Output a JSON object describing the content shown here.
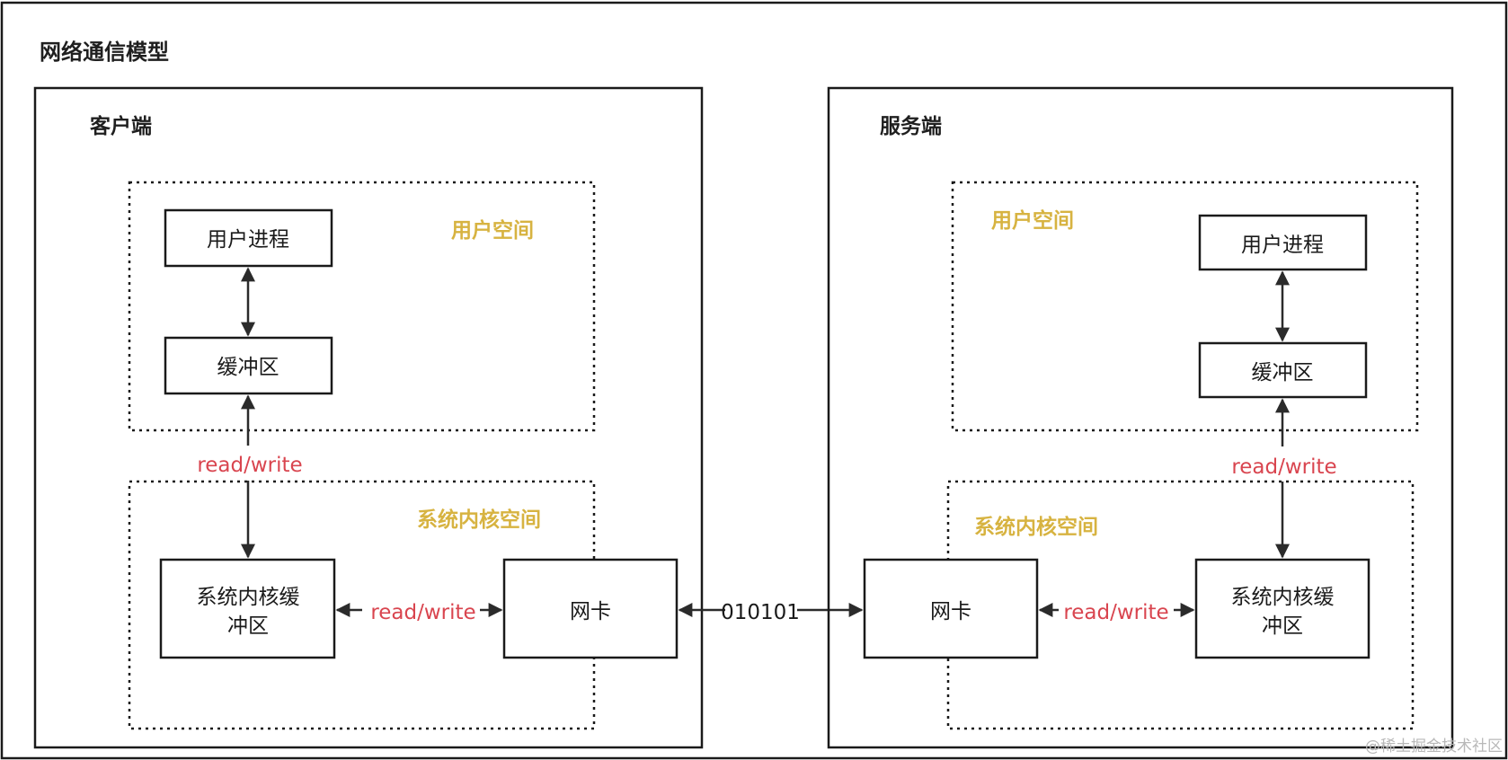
{
  "title": "网络通信模型",
  "colors": {
    "zone_label": "#d7b341",
    "edge_label": "#d9454f",
    "line": "#2b2b2b",
    "watermark": "#b8b8b8"
  },
  "client": {
    "label": "客户端",
    "user_space": "用户空间",
    "kernel_space": "系统内核空间",
    "user_process": "用户进程",
    "buffer": "缓冲区",
    "kernel_buffer_line1": "系统内核缓",
    "kernel_buffer_line2": "冲区",
    "nic": "网卡",
    "rw_vertical": "read/write",
    "rw_horizontal": "read/write"
  },
  "server": {
    "label": "服务端",
    "user_space": "用户空间",
    "kernel_space": "系统内核空间",
    "user_process": "用户进程",
    "buffer": "缓冲区",
    "kernel_buffer_line1": "系统内核缓",
    "kernel_buffer_line2": "冲区",
    "nic": "网卡",
    "rw_vertical": "read/write",
    "rw_horizontal": "read/write"
  },
  "network_bits": "010101",
  "watermark": "@稀土掘金技术社区"
}
